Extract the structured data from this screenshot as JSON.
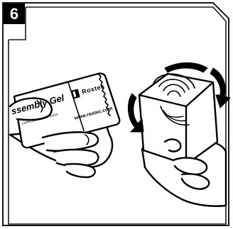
{
  "step": {
    "number": "6"
  },
  "sachet": {
    "product_name": "ssembly Gel",
    "product_subtitle": "Lubricates and Ensures",
    "brand": "Roxtec",
    "url": "www.roxtec.com"
  },
  "colors": {
    "ink": "#000000",
    "paper": "#ffffff",
    "frame": "#1a1a1a"
  },
  "icons": {
    "brand_logo": "roxtec-logo-icon",
    "rotation": "rotation-arrows-icon"
  }
}
